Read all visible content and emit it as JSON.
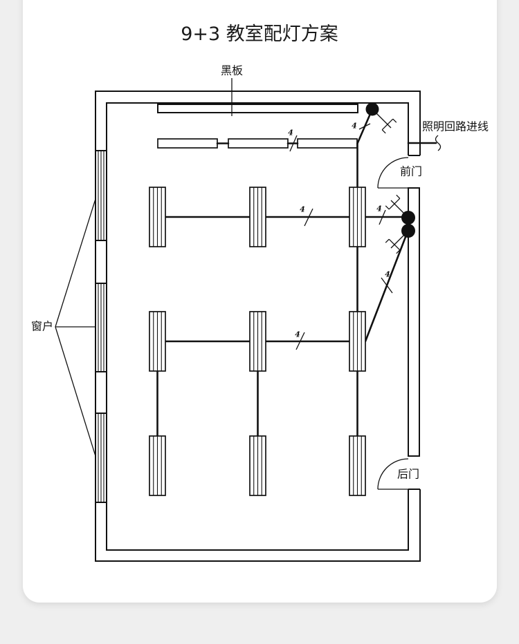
{
  "title": "9+3 教室配灯方案",
  "labels": {
    "blackboard": "黑板",
    "incoming_circuit": "照明回路进线",
    "front_door": "前门",
    "back_door": "后门",
    "windows": "窗户"
  },
  "wire_counts": [
    "4",
    "4",
    "4",
    "4",
    "4",
    "4"
  ],
  "colors": {
    "background": "#efefef",
    "card": "#ffffff",
    "line": "#111111"
  }
}
